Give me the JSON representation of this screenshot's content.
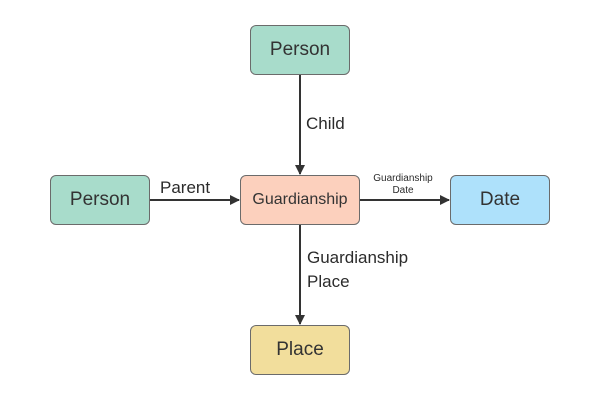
{
  "diagram": {
    "nodes": {
      "person_top": {
        "label": "Person",
        "color": "#a8dccb"
      },
      "person_left": {
        "label": "Person",
        "color": "#a8dccb"
      },
      "guardianship": {
        "label": "Guardianship",
        "color": "#fcd0bd"
      },
      "date": {
        "label": "Date",
        "color": "#aee1fb"
      },
      "place": {
        "label": "Place",
        "color": "#f2de9c"
      }
    },
    "edges": {
      "child": {
        "from": "person_top",
        "to": "guardianship",
        "label": "Child"
      },
      "parent": {
        "from": "person_left",
        "to": "guardianship",
        "label": "Parent"
      },
      "guardianship_date": {
        "from": "guardianship",
        "to": "date",
        "label_line1": "Guardianship",
        "label_line2": "Date"
      },
      "guardianship_place": {
        "from": "guardianship",
        "to": "place",
        "label_line1": "Guardianship",
        "label_line2": "Place"
      }
    },
    "edge_color": "#333333"
  }
}
